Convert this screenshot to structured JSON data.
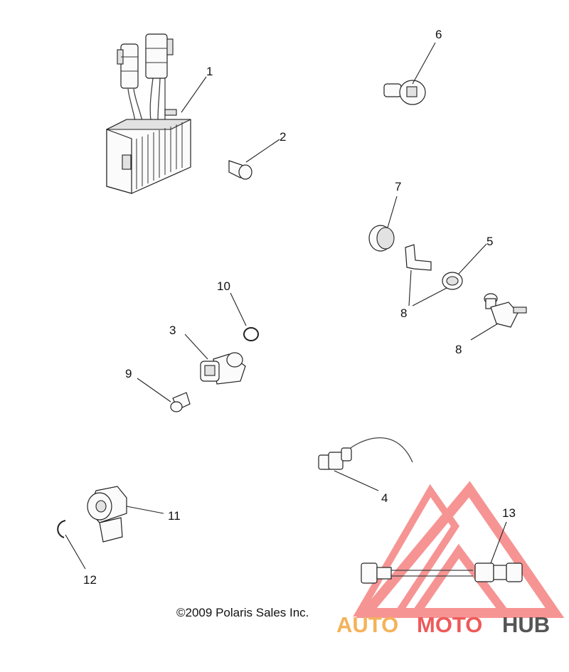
{
  "diagram": {
    "callouts": [
      "1",
      "2",
      "3",
      "4",
      "5",
      "6",
      "7",
      "8",
      "8",
      "9",
      "10",
      "11",
      "12",
      "13"
    ],
    "copyright": "©2009 Polaris Sales Inc."
  },
  "watermark": {
    "word_part1": "AUTO",
    "word_part2": "MOTO",
    "word_part3": "HUB",
    "colors": {
      "triangle": "#f36b6b",
      "auto": "#f5b25a",
      "moto": "#ee5a5a",
      "hub": "#555555"
    }
  }
}
